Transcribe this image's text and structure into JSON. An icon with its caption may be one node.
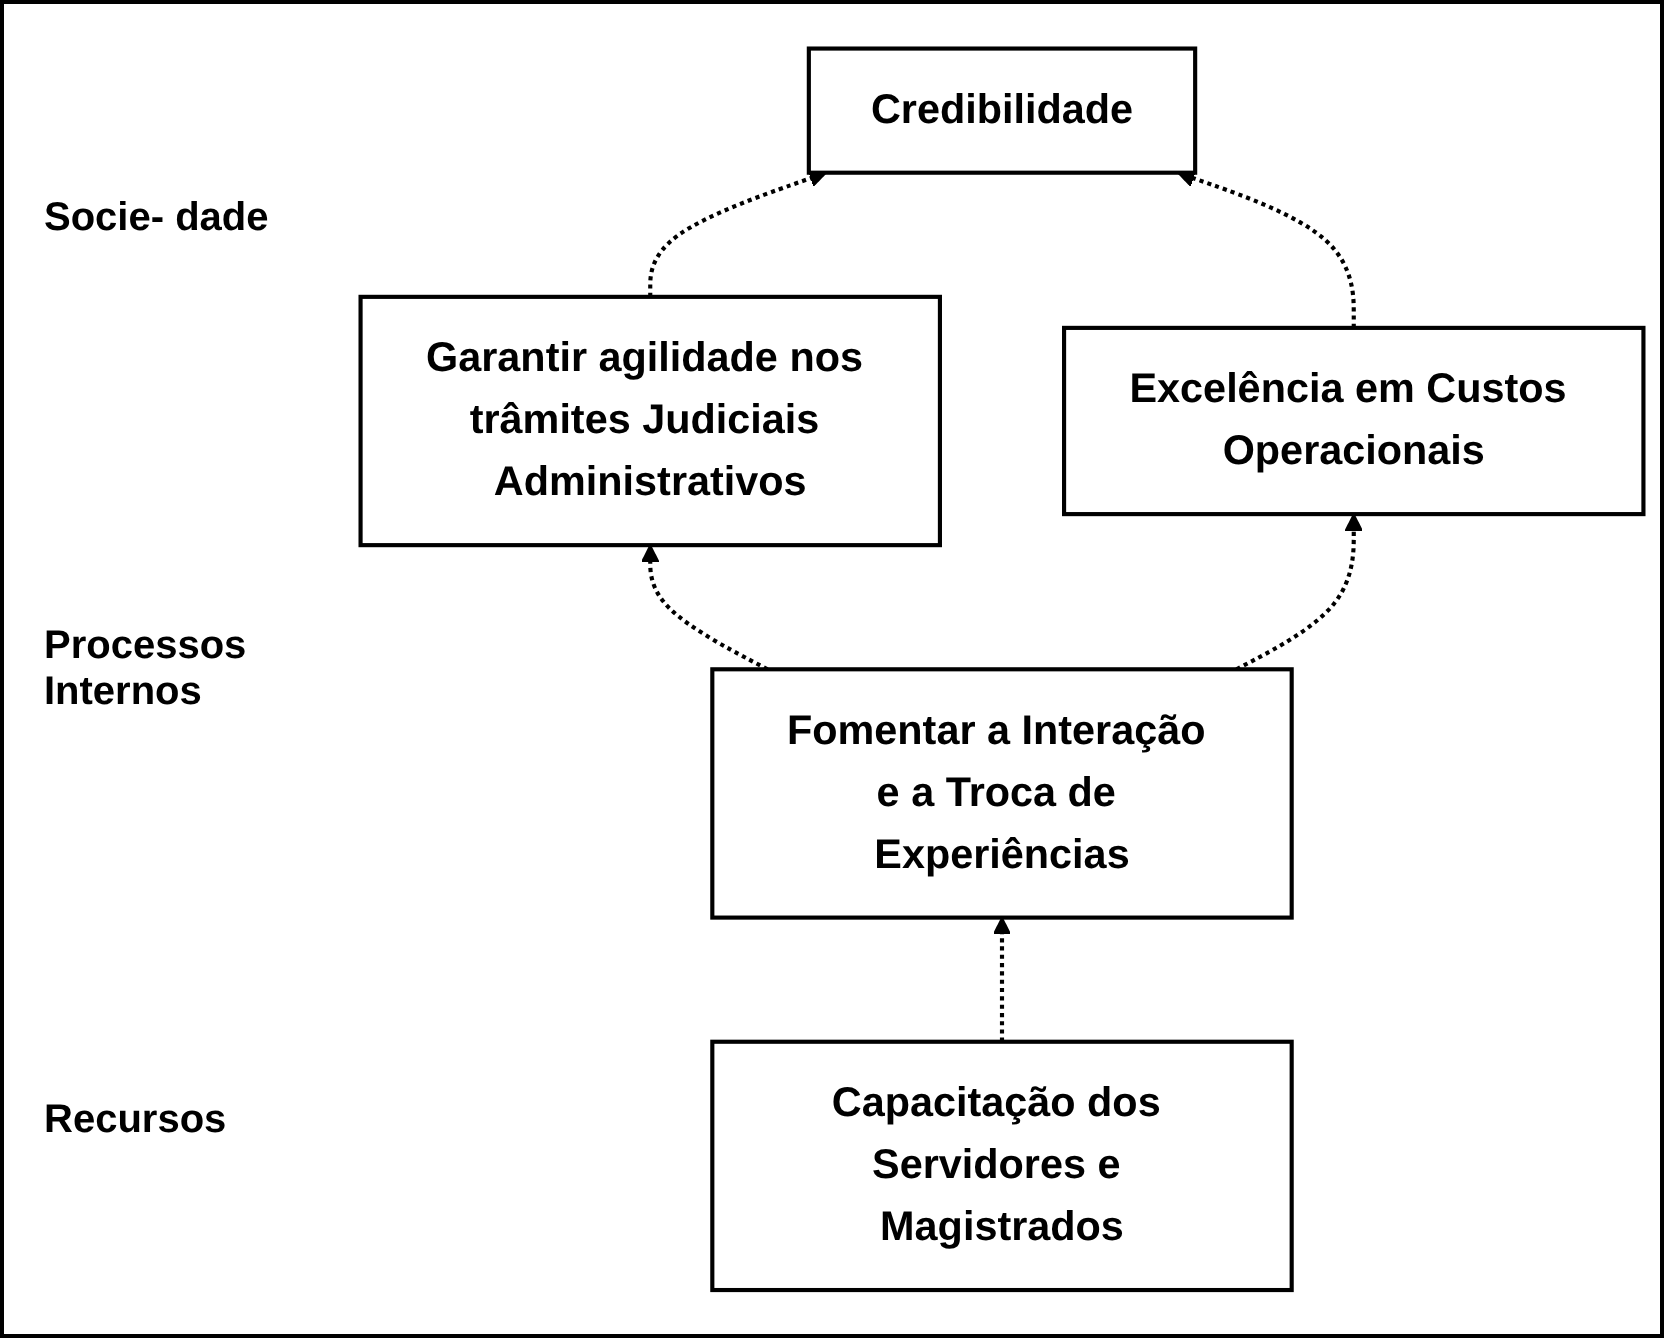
{
  "diagram": {
    "nodes": [
      {
        "text": [
          "Credibilidade"
        ]
      },
      {
        "text": [
          "Garantir agilidade nos trâmites Judiciais Administrativos"
        ]
      },
      {
        "text": [
          "Excelência em Custos Operacionais"
        ]
      },
      {
        "text": [
          "Fomentar a Interação e a Troca de Experiências"
        ]
      },
      {
        "text": [
          "Capacitação dos Servidores e Magistrados"
        ]
      }
    ],
    "edges": [
      {
        "from": 4,
        "to": 3,
        "arrow": "to",
        "style": "dashed"
      },
      {
        "from": 3,
        "to": 1,
        "arrow": "to",
        "style": "dashed"
      },
      {
        "from": 3,
        "to": 2,
        "arrow": "to",
        "style": "dashed"
      },
      {
        "from": 1,
        "to": 0,
        "arrow": "to",
        "style": "dashed"
      },
      {
        "from": 2,
        "to": 0,
        "arrow": "to",
        "style": "dashed"
      }
    ],
    "labels": [
      "Socie- dade",
      "Processos Internos",
      "Recursos"
    ]
  }
}
